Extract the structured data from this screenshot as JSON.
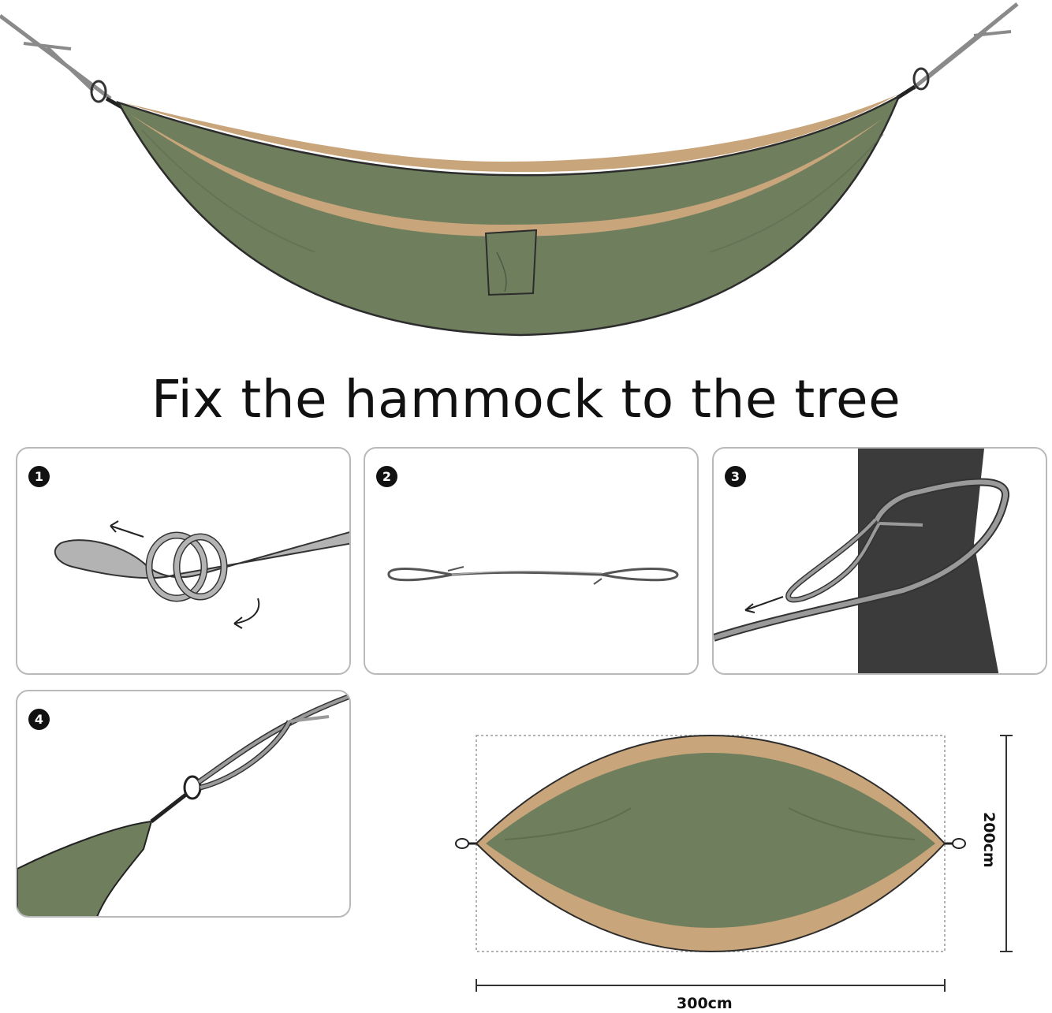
{
  "title": "Fix the hammock to the tree",
  "steps": [
    {
      "number": "1"
    },
    {
      "number": "2"
    },
    {
      "number": "3"
    },
    {
      "number": "4"
    }
  ],
  "dimensions": {
    "width_label": "300cm",
    "height_label": "200cm"
  },
  "colors": {
    "hammock_green": "#6f7f5e",
    "hammock_tan": "#c8a57a",
    "strap_gray": "#9a9a9a",
    "tree_dark": "#3b3b3b"
  }
}
